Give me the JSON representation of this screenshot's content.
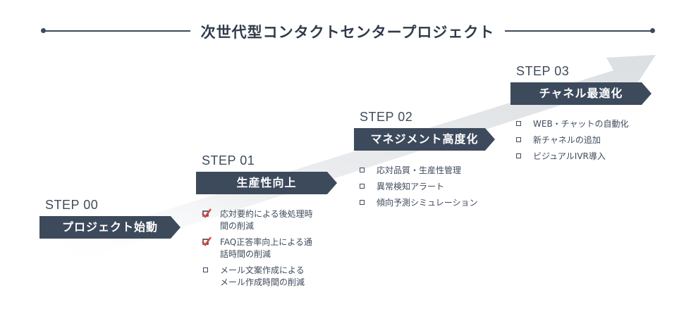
{
  "title": "次世代型コンタクトセンタープロジェクト",
  "colors": {
    "navy": "#3d4a5c",
    "arrow": "#e3e5e8",
    "check": "#d9443c"
  },
  "steps": [
    {
      "label": "STEP 00",
      "banner": "プロジェクト始動",
      "items": []
    },
    {
      "label": "STEP 01",
      "banner": "生産性向上",
      "items": [
        {
          "text": "応対要約による後処理時間の削減",
          "line1": "応対要約による後処理時",
          "line2": "間の削減",
          "icon": "checked-box-icon"
        },
        {
          "text": "FAQ正答率向上による通話時間の削減",
          "line1": "FAQ正答率向上による通",
          "line2": "話時間の削減",
          "icon": "checked-box-icon"
        },
        {
          "text": "メール文案作成によるメール作成時間の削減",
          "line1": "メール文案作成による",
          "line2": "メール作成時間の削減",
          "icon": "empty-box-icon"
        }
      ]
    },
    {
      "label": "STEP 02",
      "banner": "マネジメント高度化",
      "items": [
        {
          "text": "応対品質・生産性管理",
          "icon": "empty-box-icon"
        },
        {
          "text": "異常検知アラート",
          "icon": "empty-box-icon"
        },
        {
          "text": "傾向予測シミュレーション",
          "icon": "empty-box-icon"
        }
      ]
    },
    {
      "label": "STEP 03",
      "banner": "チャネル最適化",
      "items": [
        {
          "text": "WEB・チャットの自動化",
          "icon": "empty-box-icon"
        },
        {
          "text": "新チャネルの追加",
          "icon": "empty-box-icon"
        },
        {
          "text": "ビジュアルIVR導入",
          "icon": "empty-box-icon"
        }
      ]
    }
  ]
}
